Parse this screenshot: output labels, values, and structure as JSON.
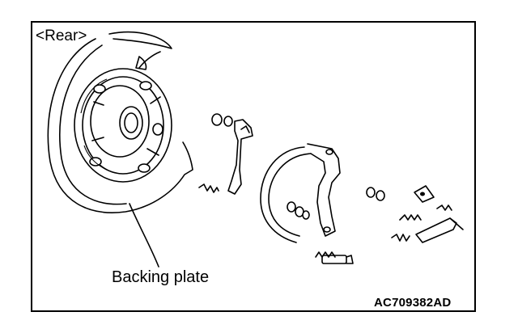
{
  "figure": {
    "view_label": "<Rear>",
    "callout_label": "Backing plate",
    "figure_code": "AC709382AD"
  },
  "parts": [
    "backing-plate",
    "hub-assembly",
    "strut",
    "brake-shoe",
    "adjuster",
    "return-spring",
    "shoe-hold-down",
    "retainer"
  ]
}
